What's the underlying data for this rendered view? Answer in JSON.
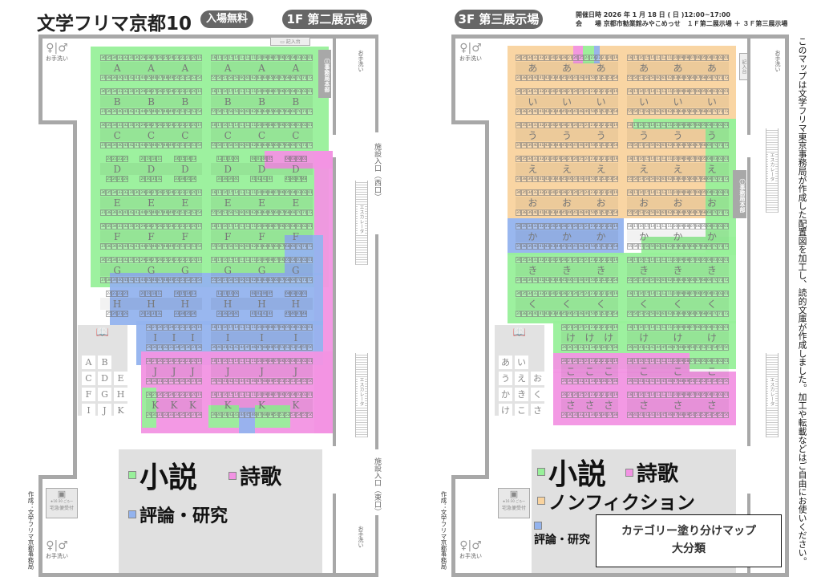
{
  "header": {
    "title": "文学フリマ京都10",
    "badge": "入場無料",
    "floor1": "1F 第二展示場",
    "floor3": "3F 第三展示場",
    "date_label": "開催日時",
    "date": "2026 年 1 月 18 日 ( 日 )12:00~17:00",
    "venue_label": "会　　場",
    "venue": "京都市勧業館みやこめっせ　１Ｆ第二展示場 ＋ ３Ｆ第三展示場"
  },
  "facilities": {
    "restroom": "お手洗い",
    "writing_desk": "記入台",
    "office": "事務局本部",
    "west_entrance": "施設入口（西口）",
    "east_entrance": "施設入口（東口）",
    "escalator": "エスカレータ",
    "delivery_time": "★16:30 ごろ～",
    "delivery": "宅急便受付"
  },
  "credit": "作成：文学フリマ京都事務局",
  "note": "このマップは文学フリマ東京事務局が作成した配置図を加工し、読的文庫が作成しました。加工や転載などはご自由にお使いください。",
  "legend": {
    "line1": "カテゴリー塗り分けマップ",
    "line2": "大分類"
  },
  "colors": {
    "novel": "#98f09a",
    "criticism": "#93b3ee",
    "poetry": "#f293e3",
    "nonfiction": "#f9d39e",
    "wall": "#a8a8a8"
  },
  "floor1": {
    "categories": {
      "novel": "小説",
      "criticism": "評論・研究",
      "poetry": "詩歌"
    },
    "index": [
      "A",
      "B",
      "",
      "C",
      "D",
      "E",
      "F",
      "G",
      "H",
      "I",
      "J",
      "K"
    ],
    "rows": [
      {
        "label": "A",
        "type": "full",
        "left_top": [
          36,
          19
        ],
        "left_bottom": [
          37,
          54
        ],
        "right_top": [
          18,
          1
        ],
        "right_bottom": [
          55,
          72
        ]
      },
      {
        "label": "B",
        "type": "full",
        "left_top": [
          36,
          19
        ],
        "left_bottom": [
          37,
          54
        ],
        "right_top": [
          18,
          1
        ],
        "right_bottom": [
          55,
          72
        ]
      },
      {
        "label": "C",
        "type": "full",
        "left_top": [
          36,
          19
        ],
        "left_bottom": [
          37,
          54
        ],
        "right_top": [
          18,
          1
        ],
        "right_bottom": [
          55,
          72
        ]
      },
      {
        "label": "D",
        "type": "grouped",
        "left_top": [
          [
            24,
            21
          ],
          [
            20,
            17
          ],
          [
            16,
            13
          ]
        ],
        "left_bottom": [
          [
            25,
            28
          ],
          [
            29,
            32
          ],
          [
            33,
            36
          ]
        ],
        "right_top": [
          [
            12,
            9
          ],
          [
            8,
            5
          ],
          [
            4,
            1
          ]
        ],
        "right_bottom": [
          [
            37,
            40
          ],
          [
            41,
            44
          ],
          [
            45,
            48
          ]
        ]
      },
      {
        "label": "E",
        "type": "full",
        "left_top": [
          36,
          19
        ],
        "left_bottom": [
          37,
          54
        ],
        "right_top": [
          18,
          1
        ],
        "right_bottom": [
          55,
          72
        ]
      },
      {
        "label": "F",
        "type": "full",
        "left_top": [
          36,
          19
        ],
        "left_bottom": [
          37,
          54
        ],
        "right_top": [
          18,
          1
        ],
        "right_bottom": [
          55,
          72
        ]
      },
      {
        "label": "G",
        "type": "full",
        "left_top": [
          36,
          19
        ],
        "left_bottom": [
          37,
          54
        ],
        "right_top": [
          18,
          1
        ],
        "right_bottom": [
          55,
          72
        ]
      },
      {
        "label": "H",
        "type": "grouped",
        "left_top": [
          [
            24,
            21
          ],
          [
            20,
            17
          ],
          [
            16,
            13
          ]
        ],
        "left_bottom": [
          [
            25,
            28
          ],
          [
            29,
            32
          ],
          [
            33,
            36
          ]
        ],
        "right_top": [
          [
            12,
            9
          ],
          [
            8,
            5
          ],
          [
            4,
            1
          ]
        ],
        "right_bottom": [
          [
            37,
            40
          ],
          [
            41,
            44
          ],
          [
            45,
            48
          ]
        ]
      },
      {
        "label": "I",
        "type": "short",
        "left_top": [
          28,
          19
        ],
        "left_bottom": [
          29,
          38
        ],
        "right_top": [
          18,
          1
        ],
        "right_bottom": [
          39,
          56
        ]
      },
      {
        "label": "J",
        "type": "short",
        "left_top": [
          28,
          19
        ],
        "left_bottom": [
          29,
          38
        ],
        "right_top": [
          18,
          1
        ],
        "right_bottom": [
          39,
          56
        ]
      },
      {
        "label": "K",
        "type": "short",
        "left_top": [
          28,
          19
        ],
        "left_bottom": [
          29,
          38
        ],
        "right_top": [
          18,
          1
        ],
        "right_bottom": [
          39,
          56
        ]
      }
    ]
  },
  "floor3": {
    "categories": {
      "nonfiction": "ノンフィクション",
      "criticism": "評論・研究",
      "novel": "小説",
      "poetry": "詩歌"
    },
    "index": [
      "あ",
      "い",
      "",
      "う",
      "え",
      "お",
      "か",
      "き",
      "く",
      "け",
      "こ",
      "さ"
    ],
    "rows": [
      {
        "label": "あ",
        "type": "full",
        "left_top": [
          36,
          19
        ],
        "left_bottom": [
          37,
          54
        ],
        "right_top": [
          18,
          1
        ],
        "right_bottom": [
          55,
          72
        ]
      },
      {
        "label": "い",
        "type": "full",
        "left_top": [
          36,
          19
        ],
        "left_bottom": [
          37,
          54
        ],
        "right_top": [
          18,
          1
        ],
        "right_bottom": [
          55,
          72
        ]
      },
      {
        "label": "う",
        "type": "full",
        "left_top": [
          36,
          19
        ],
        "left_bottom": [
          37,
          54
        ],
        "right_top": [
          18,
          1
        ],
        "right_bottom": [
          55,
          72
        ]
      },
      {
        "label": "え",
        "type": "full",
        "left_top": [
          36,
          19
        ],
        "left_bottom": [
          37,
          54
        ],
        "right_top": [
          18,
          1
        ],
        "right_bottom": [
          55,
          72
        ]
      },
      {
        "label": "お",
        "type": "full",
        "left_top": [
          36,
          19
        ],
        "left_bottom": [
          37,
          54
        ],
        "right_top": [
          18,
          1
        ],
        "right_bottom": [
          55,
          72
        ]
      },
      {
        "label": "か",
        "type": "full",
        "left_top": [
          36,
          19
        ],
        "left_bottom": [
          37,
          54
        ],
        "right_top": [
          18,
          1
        ],
        "right_bottom": [
          55,
          72
        ]
      },
      {
        "label": "き",
        "type": "full",
        "left_top": [
          36,
          19
        ],
        "left_bottom": [
          37,
          54
        ],
        "right_top": [
          18,
          1
        ],
        "right_bottom": [
          55,
          72
        ]
      },
      {
        "label": "く",
        "type": "full",
        "left_top": [
          36,
          19
        ],
        "left_bottom": [
          37,
          54
        ],
        "right_top": [
          18,
          1
        ],
        "right_bottom": [
          55,
          72
        ]
      },
      {
        "label": "け",
        "type": "short",
        "left_top": [
          28,
          19
        ],
        "left_bottom": [
          29,
          38
        ],
        "right_top": [
          18,
          1
        ],
        "right_bottom": [
          39,
          56
        ]
      },
      {
        "label": "こ",
        "type": "short",
        "left_top": [
          28,
          19
        ],
        "left_bottom": [
          29,
          38
        ],
        "right_top": [
          18,
          1
        ],
        "right_bottom": [
          39,
          56
        ]
      },
      {
        "label": "さ",
        "type": "short",
        "left_top": [
          28,
          19
        ],
        "left_bottom": [
          29,
          38
        ],
        "right_top": [
          18,
          1
        ],
        "right_bottom": [
          39,
          56
        ]
      }
    ]
  }
}
